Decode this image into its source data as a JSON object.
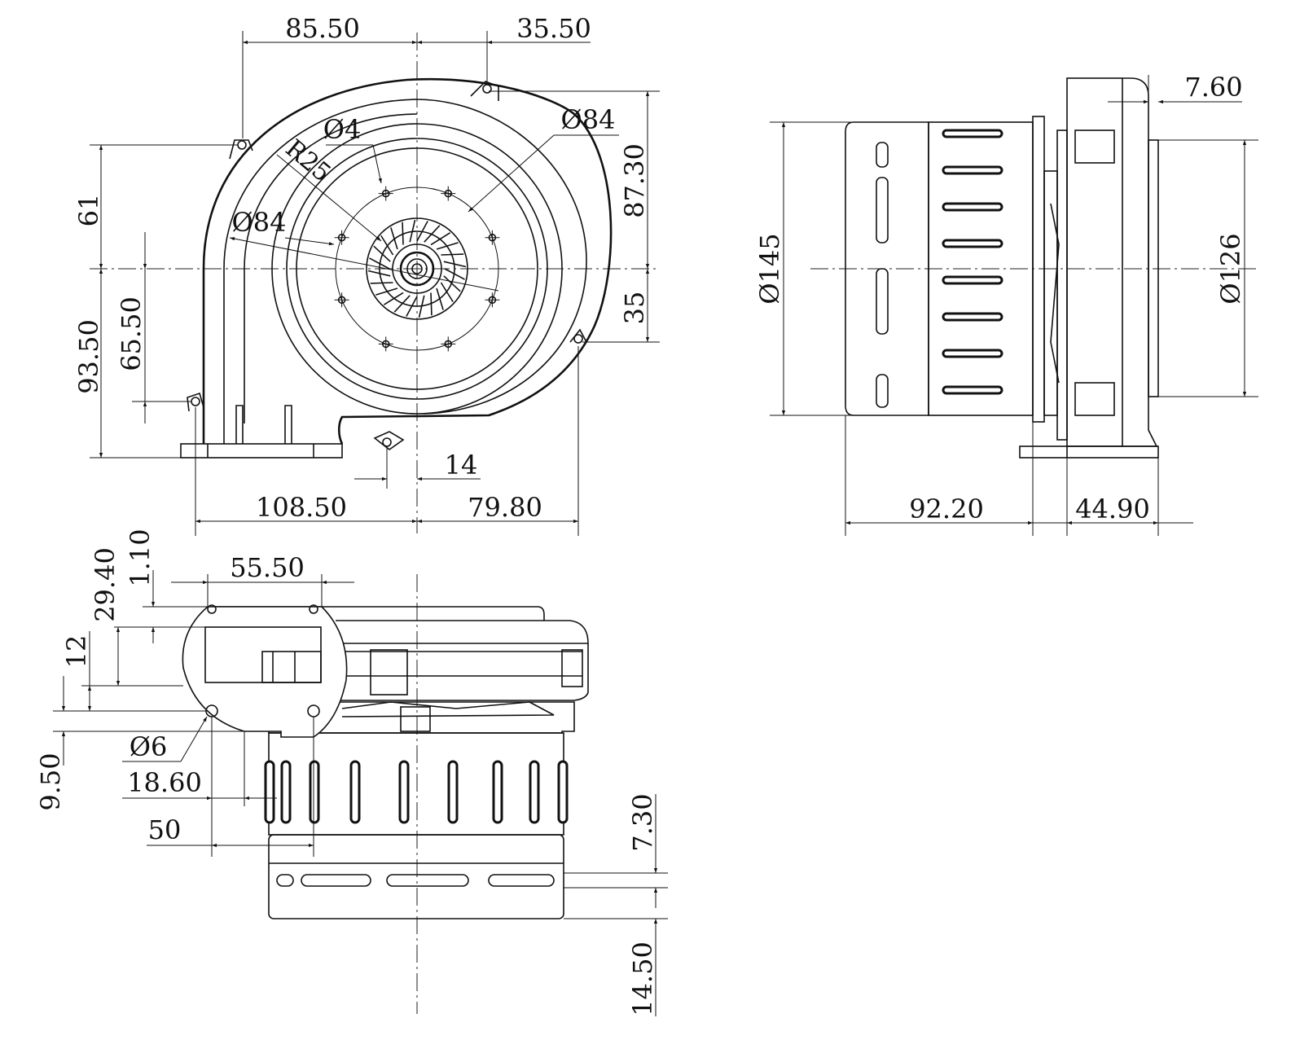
{
  "drawing": {
    "front_view": {
      "dimensions": {
        "top_left": "85.50",
        "top_right": "35.50",
        "hole": "Ø4",
        "radius": "R25",
        "dia_inner": "Ø84",
        "dia_upper": "Ø84",
        "right_upper": "87.30",
        "right_lower": "35",
        "left_upper": "61",
        "left_lower": "93.50",
        "left_mid": "65.50",
        "bottom_small": "14",
        "bottom_left": "108.50",
        "bottom_right": "79.80"
      }
    },
    "side_view": {
      "dimensions": {
        "top_right": "7.60",
        "diameter_left": "Ø145",
        "diameter_right": "Ø126",
        "bottom_left": "92.20",
        "bottom_right": "44.90"
      }
    },
    "bottom_view": {
      "dimensions": {
        "top_width": "55.50",
        "v_1": "1.10",
        "v_2": "29.40",
        "v_3": "12",
        "v_4": "9.50",
        "hole": "Ø6",
        "h_1": "18.60",
        "h_2": "50",
        "right_1": "7.30",
        "right_2": "14.50"
      }
    }
  }
}
